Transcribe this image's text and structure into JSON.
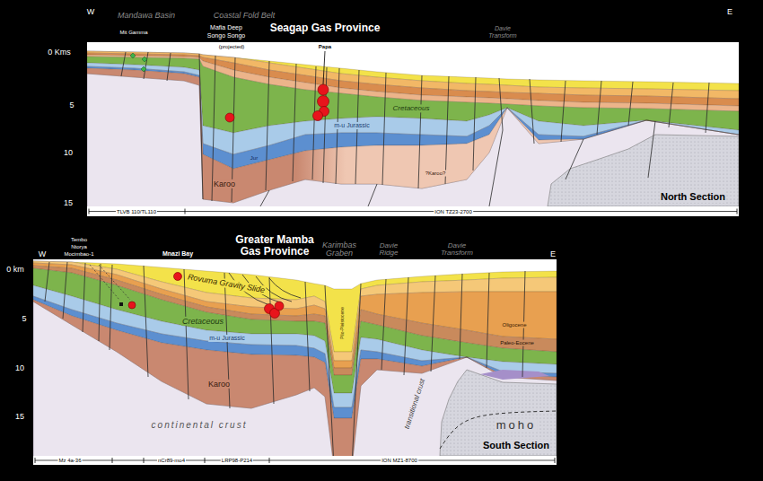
{
  "diagram": {
    "labels": [
      "Mandawa Basin",
      "Coastal Fold Belt",
      "Mit Gamma",
      "Mafia Deep",
      "Songo Songo",
      "(projected)",
      "Seagap Gas Province",
      "Papa",
      "Davie Transform",
      "W",
      "E",
      "0 Kms",
      "5",
      "10",
      "15",
      "Cretaceous",
      "m-u Jurassic",
      "Jur",
      "Karoo",
      "?Karoo?",
      "North Section",
      "TLVB 110/TL110",
      "ION TZ23-2700",
      "W",
      "E",
      "Tembo",
      "Ntorya",
      "Mocimbao-1",
      "Mnazi Bay",
      "Greater Mamba Gas Province",
      "Karimbas Graben",
      "Davie Ridge",
      "Davie Transform",
      "0 km",
      "5",
      "10",
      "15",
      "Rovuma Gravity Slide",
      "Cretaceous",
      "m-u Jurassic",
      "Karoo",
      "Plio-Pleistocene",
      "Oligocene",
      "Paleo-Eocene",
      "transitional crust",
      "continental crust",
      "moho",
      "South Section",
      "Mz 4a-36",
      "nCr89-mo4",
      "LRP98-P214",
      "ION MZ1-8700"
    ]
  }
}
